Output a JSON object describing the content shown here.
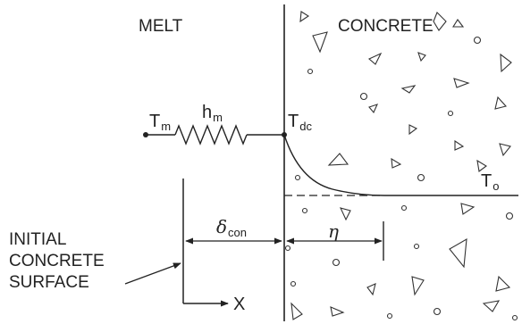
{
  "regions": {
    "melt": "MELT",
    "concrete": "CONCRETE"
  },
  "temperatures": {
    "melt": {
      "base": "T",
      "sub": "m"
    },
    "interface": {
      "base": "T",
      "sub": "dc"
    },
    "initial": {
      "base": "T",
      "sub": "o"
    }
  },
  "heat_transfer": {
    "base": "h",
    "sub": "m"
  },
  "thicknesses": {
    "ablation": {
      "symbol": "δ",
      "sub": "con"
    },
    "penetration": {
      "symbol": "η"
    }
  },
  "surface_label": [
    "INITIAL",
    "CONCRETE",
    "SURFACE"
  ],
  "axis": {
    "label": "X"
  },
  "colors": {
    "ink": "#222222",
    "background": "#ffffff"
  }
}
